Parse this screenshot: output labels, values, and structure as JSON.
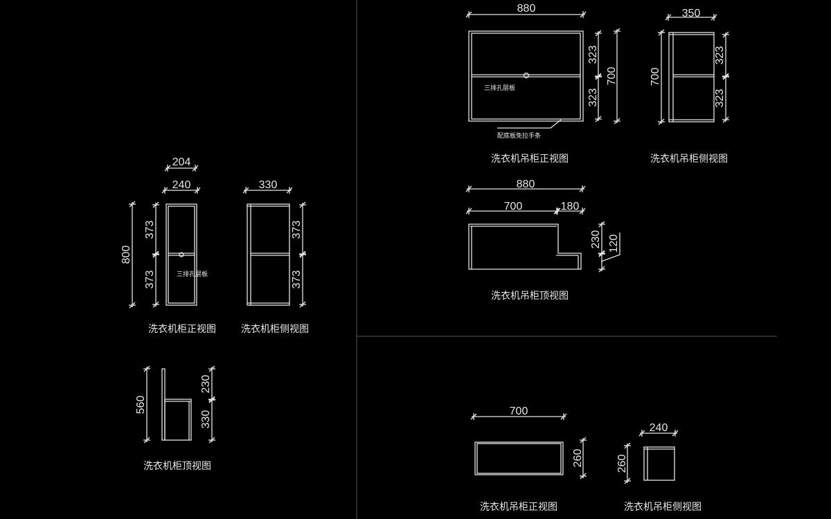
{
  "views": {
    "cabinet_front": {
      "title": "洗衣机柜正视图",
      "note": "三排孔层板",
      "dims": {
        "top_inner": "204",
        "width": "240",
        "height": "800",
        "upper": "373",
        "lower": "373"
      }
    },
    "cabinet_side": {
      "title": "洗衣机柜侧视图",
      "dims": {
        "depth": "330",
        "upper": "373",
        "lower": "373"
      }
    },
    "cabinet_top": {
      "title": "洗衣机柜顶视图",
      "dims": {
        "total": "560",
        "upper": "230",
        "lower": "330"
      }
    },
    "wall_front": {
      "title": "洗衣机吊柜正视图",
      "note": "三排孔层板",
      "leader_note": "配底板免拉手条",
      "dims": {
        "width": "880",
        "upper": "323",
        "lower": "323",
        "height": "700"
      }
    },
    "wall_side": {
      "title": "洗衣机吊柜侧视图",
      "dims": {
        "depth": "350",
        "height": "700",
        "upper": "323",
        "lower": "323"
      }
    },
    "wall_top": {
      "title": "洗衣机吊柜顶视图",
      "dims": {
        "total": "880",
        "left": "700",
        "right": "180",
        "depth": "230",
        "step": "120"
      }
    },
    "small_front": {
      "title": "洗衣机吊柜正视图",
      "dims": {
        "width": "700",
        "height": "260"
      }
    },
    "small_side": {
      "title": "洗衣机吊柜侧视图",
      "dims": {
        "depth": "240",
        "height": "260"
      }
    }
  }
}
